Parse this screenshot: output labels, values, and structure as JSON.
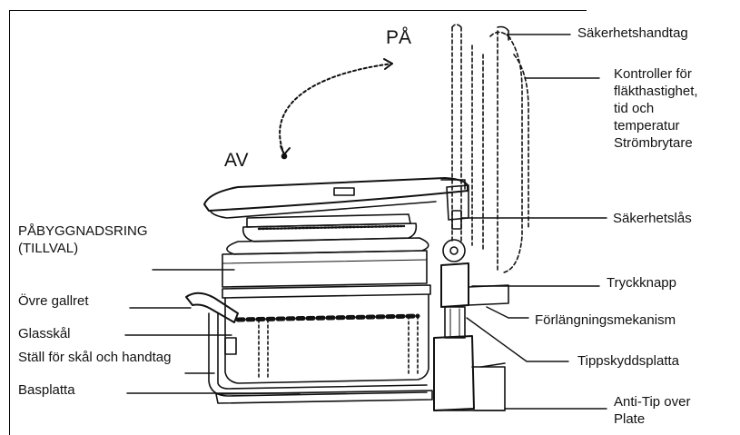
{
  "labels": {
    "on": "PÅ",
    "off": "AV",
    "extension_ring": [
      "PÅBYGGNADSRING",
      "(TILLVAL)"
    ],
    "upper_rack": "Övre gallret",
    "glass_bowl": "Glasskål",
    "bowl_stand": "Ställ för skål och handtag",
    "base_plate": "Basplatta",
    "safety_handle": "Säkerhetshandtag",
    "controls": [
      "Kontroller för",
      "fläkthastighet,",
      "tid och",
      "temperatur",
      "Strömbrytare"
    ],
    "safety_lock": "Säkerhetslås",
    "push_button": "Tryckknapp",
    "extension_mechanism": "Förlängningsmekanism",
    "anti_tip_plate": "Tippskyddsplatta",
    "anti_tip_over_plate": [
      "Anti-Tip over",
      "Plate"
    ]
  },
  "colors": {
    "line": "#111111",
    "background": "#ffffff"
  }
}
